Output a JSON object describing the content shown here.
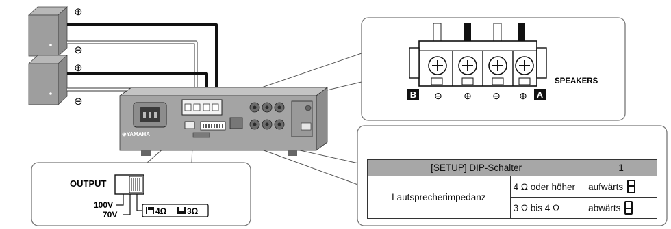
{
  "speaker_terminal_labels": {
    "plus_top": "⊕",
    "minus_top": "⊖",
    "plus_bottom": "⊕",
    "minus_bottom": "⊖"
  },
  "amp_brand": "⊛YAMAHA",
  "zoom_terminals": {
    "label_b": "B",
    "label_a": "A",
    "speakers": "SPEAKERS",
    "polarity": [
      "⊖",
      "⊕",
      "⊖",
      "⊕"
    ]
  },
  "output_switch": {
    "label": "OUTPUT",
    "v100": "100V",
    "v70": "70V",
    "imp4": "4Ω",
    "imp3": "3Ω"
  },
  "dip_table": {
    "header": "[SETUP] DIP-Schalter",
    "header_num": "1",
    "row_label": "Lautsprecherimpedanz",
    "row1_imp": "4 Ω oder höher",
    "row1_dir": "aufwärts",
    "row2_imp": "3 Ω bis 4 Ω",
    "row2_dir": "abwärts"
  }
}
